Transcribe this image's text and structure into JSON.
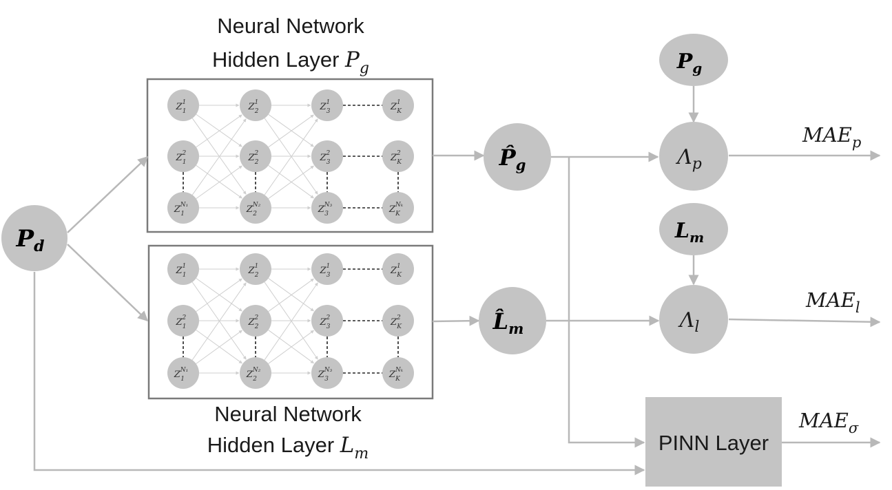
{
  "top_label": {
    "line1": "Neural Network",
    "line2_prefix": "Hidden Layer ",
    "line2_var": "P",
    "line2_sub": "g"
  },
  "bottom_label": {
    "line1": "Neural Network",
    "line2_prefix": "Hidden Layer ",
    "line2_var": "L",
    "line2_sub": "m"
  },
  "input_node": {
    "var": "P",
    "sub": "d"
  },
  "pg_hat_node": {
    "var": "P̂",
    "sub": "g"
  },
  "lm_hat_node": {
    "var": "L̂",
    "sub": "m"
  },
  "pg_ref_node": {
    "var": "P",
    "sub": "g"
  },
  "lm_ref_node": {
    "var": "L",
    "sub": "m"
  },
  "lambda_p_node": {
    "var": "Λ",
    "sub": "p"
  },
  "lambda_l_node": {
    "var": "Λ",
    "sub": "l"
  },
  "pinn_layer": {
    "label": "PINN Layer"
  },
  "outputs": {
    "mae_p": {
      "var": "MAE",
      "sub": "p"
    },
    "mae_l": {
      "var": "MAE",
      "sub": "l"
    },
    "mae_sigma": {
      "var": "MAE",
      "sub": "σ"
    }
  },
  "network": {
    "rows": [
      {
        "cols": [
          {
            "sub": "1",
            "sup": "1"
          },
          {
            "sub": "2",
            "sup": "1"
          },
          {
            "sub": "3",
            "sup": "1"
          },
          {
            "sub": "K",
            "sup": "1"
          }
        ]
      },
      {
        "cols": [
          {
            "sub": "1",
            "sup": "2"
          },
          {
            "sub": "2",
            "sup": "2"
          },
          {
            "sub": "3",
            "sup": "2"
          },
          {
            "sub": "K",
            "sup": "2"
          }
        ]
      },
      {
        "cols": [
          {
            "sub": "1",
            "sup": "N₁"
          },
          {
            "sub": "2",
            "sup": "N₂"
          },
          {
            "sub": "3",
            "sup": "N₃"
          },
          {
            "sub": "K",
            "sup": "Nₖ"
          }
        ]
      }
    ],
    "node_var": "Z"
  },
  "colors": {
    "node": "#c4c4c4",
    "arrow": "#b8b8b8",
    "box_border": "#7a7a7a",
    "text": "#1a1a1a"
  }
}
